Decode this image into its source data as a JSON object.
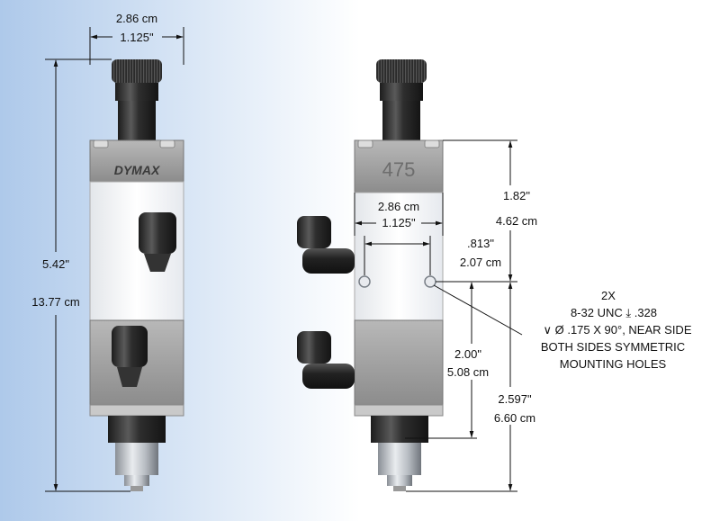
{
  "left_view": {
    "width_cm": "2.86 cm",
    "width_in": "1.125\"",
    "height_in": "5.42\"",
    "height_cm": "13.77 cm",
    "logo": "DYMAX"
  },
  "right_view": {
    "model": "475",
    "width_cm": "2.86 cm",
    "width_in": "1.125\"",
    "top_in": "1.82\"",
    "top_cm": "4.62 cm",
    "hole_offset_in": ".813\"",
    "hole_offset_cm": "2.07 cm",
    "mid_in": "2.00\"",
    "mid_cm": "5.08 cm",
    "bottom_in": "2.597\"",
    "bottom_cm": "6.60 cm"
  },
  "note": {
    "line1": "2X",
    "line2": "8-32 UNC  ⤓ .328",
    "line3": "∨  Ø .175 X 90°, NEAR SIDE",
    "line4": "BOTH SIDES SYMMETRIC",
    "line5": "MOUNTING HOLES"
  }
}
